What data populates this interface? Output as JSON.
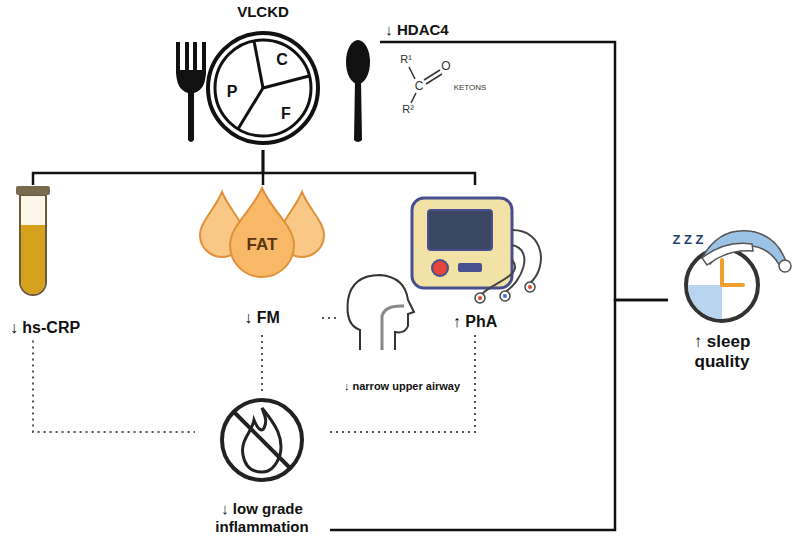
{
  "diagram": {
    "nodes": [
      {
        "text": [
          "VLCKD",
          "P",
          "C",
          "F"
        ]
      },
      {
        "text": [
          "↓ hs-CRP"
        ]
      },
      {
        "text": [
          "FAT",
          "↓ FM"
        ]
      },
      {
        "text": [
          "↑ PhA"
        ]
      },
      {
        "text": [
          "↓ narrow upper airway"
        ]
      },
      {
        "text": [
          "↓ low grade inflammation"
        ]
      },
      {
        "text": [
          "Z Z Z",
          "↑ sleep quality"
        ]
      }
    ],
    "edges": [
      {
        "from": 0,
        "to": 1,
        "arrow": "none"
      },
      {
        "from": 0,
        "to": 2,
        "arrow": "none"
      },
      {
        "from": 0,
        "to": 3,
        "arrow": "none"
      },
      {
        "from": 1,
        "to": 5,
        "arrow": "none"
      },
      {
        "from": 2,
        "to": 5,
        "arrow": "none"
      },
      {
        "from": 3,
        "to": 5,
        "arrow": "none"
      },
      {
        "from": 2,
        "to": 4,
        "arrow": "none"
      },
      {
        "from": 0,
        "to": 6,
        "label": "↓ HDAC4",
        "arrow": "none"
      },
      {
        "from": 5,
        "to": 6,
        "arrow": "none"
      }
    ],
    "labels": [
      "R¹",
      "C",
      "O",
      "R²",
      "KETONS"
    ]
  }
}
